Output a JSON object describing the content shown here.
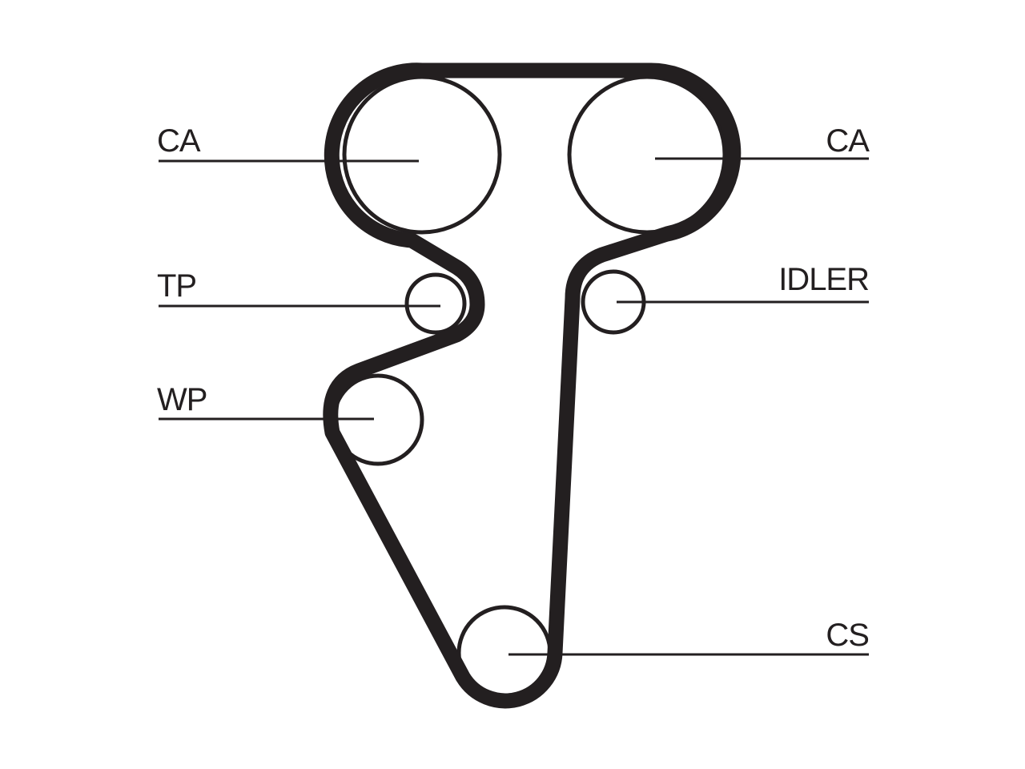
{
  "diagram": {
    "type": "timing-belt-layout",
    "line_color": "#231f20",
    "background": "#ffffff",
    "labels": {
      "ca_left": "CA",
      "ca_right": "CA",
      "tp": "TP",
      "idler": "IDLER",
      "wp": "WP",
      "cs": "CS"
    }
  }
}
